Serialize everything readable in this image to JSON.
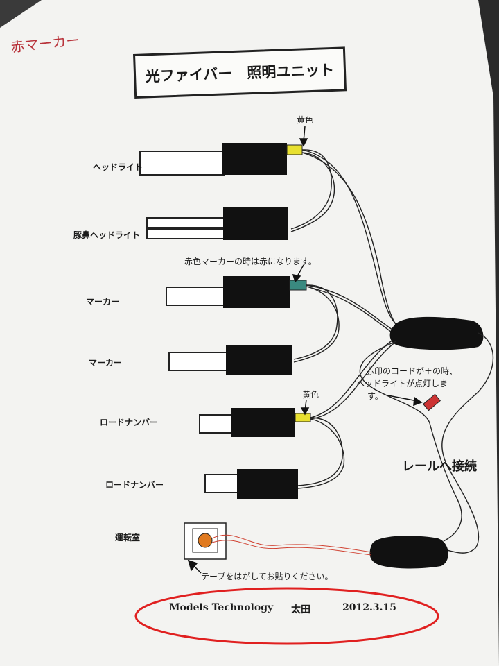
{
  "note": "赤マーカー",
  "title": "光ファイバー　照明ユニット",
  "labels": {
    "headlight": "ヘッドライト",
    "buta_headlight": "豚鼻ヘッドライト",
    "marker1": "マーカー",
    "marker2": "マーカー",
    "road1": "ロードナンバー",
    "road2": "ロードナンバー",
    "cab": "運転室"
  },
  "annotations": {
    "yellow_top": "黄色",
    "red_marker": "赤色マーカーの時は赤になります。",
    "yellow_road": "黄色",
    "cord_line1": "赤印のコードが＋の時、",
    "cord_line2": "ヘッドライトが点灯しま",
    "cord_line3": "す。",
    "rail_connect": "レールへ接続",
    "tape": "テープをはがしてお貼りください。"
  },
  "footer": {
    "company": "Models Technology",
    "name": "太田",
    "date": "2012.3.15"
  },
  "colors": {
    "paper": "#f4f4f2",
    "black_block": "#111111",
    "yellow_led": "#e8e030",
    "teal_led": "#3a8a80",
    "red_marker": "#cc3333",
    "ellipse": "#e02020",
    "cab_led": "#e07a20"
  }
}
